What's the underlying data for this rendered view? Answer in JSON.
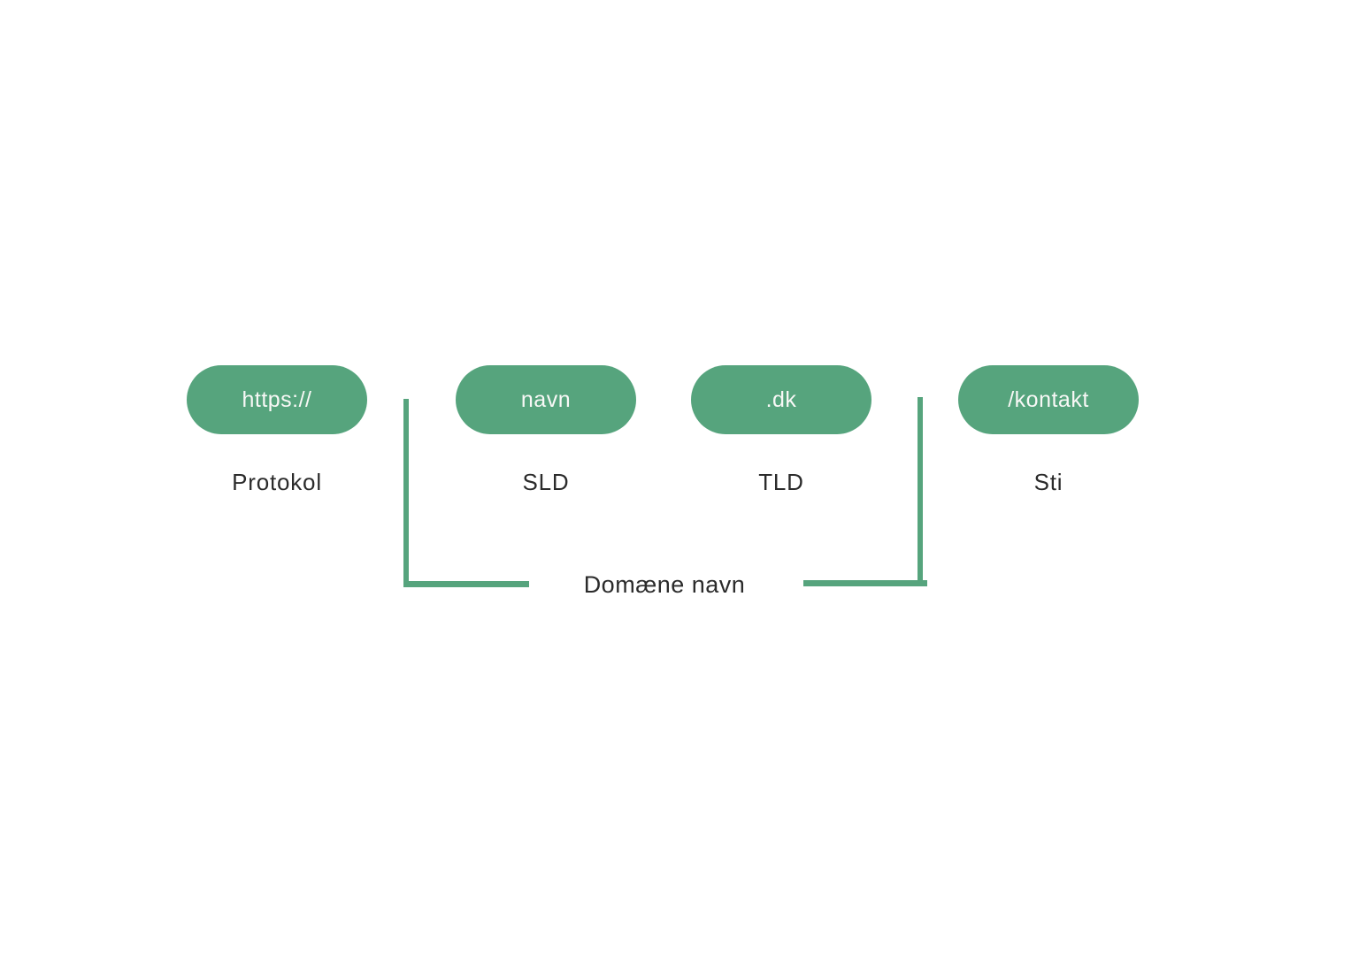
{
  "diagram": {
    "colors": {
      "accent": "#56a47d",
      "pill_text": "#f8f8f6",
      "label_text": "#2b2b2b",
      "background": "#ffffff"
    },
    "segments": [
      {
        "id": "protocol",
        "pill": "https://",
        "label": "Protokol"
      },
      {
        "id": "sld",
        "pill": "navn",
        "label": "SLD"
      },
      {
        "id": "tld",
        "pill": ".dk",
        "label": "TLD"
      },
      {
        "id": "path",
        "pill": "/kontakt",
        "label": "Sti"
      }
    ],
    "bracket": {
      "label": "Domæne navn"
    }
  }
}
